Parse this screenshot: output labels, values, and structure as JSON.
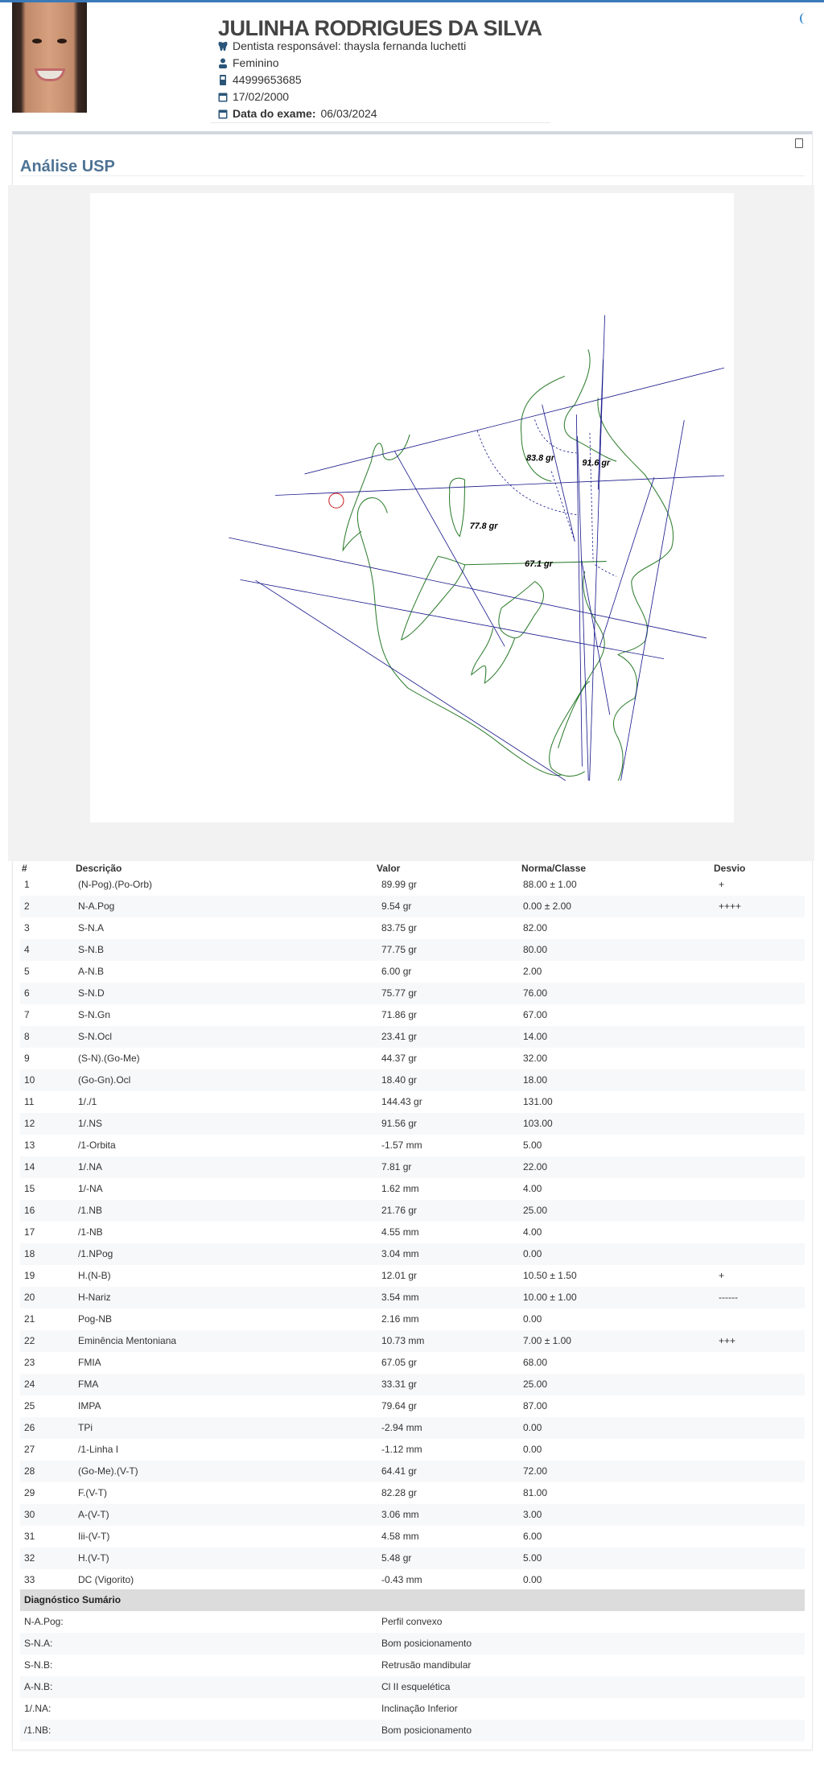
{
  "patient": {
    "name": "JULINHA RODRIGUES DA SILVA",
    "dentist": "Dentista responsável: thaysla fernanda luchetti",
    "gender": "Feminino",
    "phone": "44999653685",
    "birthdate": "17/02/2000",
    "exam_label": "Data do exame:",
    "exam_date": "06/03/2024"
  },
  "analysis": {
    "title": "Análise USP",
    "tracing_labels": [
      "83.8 gr",
      "91.6 gr",
      "77.8 gr",
      "67.1 gr"
    ]
  },
  "table": {
    "headers": [
      "#",
      "Descrição",
      "Valor",
      "Norma/Classe",
      "Desvio"
    ],
    "rows": [
      [
        "1",
        "(N-Pog).(Po-Orb)",
        "89.99 gr",
        "88.00 ± 1.00",
        "+"
      ],
      [
        "2",
        "N-A.Pog",
        "9.54 gr",
        "0.00 ± 2.00",
        "++++"
      ],
      [
        "3",
        "S-N.A",
        "83.75 gr",
        "82.00",
        ""
      ],
      [
        "4",
        "S-N.B",
        "77.75 gr",
        "80.00",
        ""
      ],
      [
        "5",
        "A-N.B",
        "6.00 gr",
        "2.00",
        ""
      ],
      [
        "6",
        "S-N.D",
        "75.77 gr",
        "76.00",
        ""
      ],
      [
        "7",
        "S-N.Gn",
        "71.86 gr",
        "67.00",
        ""
      ],
      [
        "8",
        "S-N.Ocl",
        "23.41 gr",
        "14.00",
        ""
      ],
      [
        "9",
        "(S-N).(Go-Me)",
        "44.37 gr",
        "32.00",
        ""
      ],
      [
        "10",
        "(Go-Gn).Ocl",
        "18.40 gr",
        "18.00",
        ""
      ],
      [
        "11",
        "1/./1",
        "144.43 gr",
        "131.00",
        ""
      ],
      [
        "12",
        "1/.NS",
        "91.56 gr",
        "103.00",
        ""
      ],
      [
        "13",
        "/1-Orbita",
        "-1.57 mm",
        "5.00",
        ""
      ],
      [
        "14",
        "1/.NA",
        "7.81 gr",
        "22.00",
        ""
      ],
      [
        "15",
        "1/-NA",
        "1.62 mm",
        "4.00",
        ""
      ],
      [
        "16",
        "/1.NB",
        "21.76 gr",
        "25.00",
        ""
      ],
      [
        "17",
        "/1-NB",
        "4.55 mm",
        "4.00",
        ""
      ],
      [
        "18",
        "/1.NPog",
        "3.04 mm",
        "0.00",
        ""
      ],
      [
        "19",
        "H.(N-B)",
        "12.01 gr",
        "10.50 ± 1.50",
        "+"
      ],
      [
        "20",
        "H-Nariz",
        "3.54 mm",
        "10.00 ± 1.00",
        "------"
      ],
      [
        "21",
        "Pog-NB",
        "2.16 mm",
        "0.00",
        ""
      ],
      [
        "22",
        "Eminência Mentoniana",
        "10.73 mm",
        "7.00 ± 1.00",
        "+++"
      ],
      [
        "23",
        "FMIA",
        "67.05 gr",
        "68.00",
        ""
      ],
      [
        "24",
        "FMA",
        "33.31 gr",
        "25.00",
        ""
      ],
      [
        "25",
        "IMPA",
        "79.64 gr",
        "87.00",
        ""
      ],
      [
        "26",
        "TPi",
        "-2.94 mm",
        "0.00",
        ""
      ],
      [
        "27",
        "/1-Linha I",
        "-1.12 mm",
        "0.00",
        ""
      ],
      [
        "28",
        "(Go-Me).(V-T)",
        "64.41 gr",
        "72.00",
        ""
      ],
      [
        "29",
        "F.(V-T)",
        "82.28 gr",
        "81.00",
        ""
      ],
      [
        "30",
        "A-(V-T)",
        "3.06 mm",
        "3.00",
        ""
      ],
      [
        "31",
        "Iii-(V-T)",
        "4.58 mm",
        "6.00",
        ""
      ],
      [
        "32",
        "H.(V-T)",
        "5.48 gr",
        "5.00",
        ""
      ],
      [
        "33",
        "DC (Vigorito)",
        "-0.43 mm",
        "0.00",
        ""
      ]
    ]
  },
  "diagnosis": {
    "title": "Diagnóstico Sumário",
    "rows": [
      [
        "N-A.Pog:",
        "Perfil convexo"
      ],
      [
        "S-N.A:",
        "Bom posicionamento"
      ],
      [
        "S-N.B:",
        "Retrusão mandibular"
      ],
      [
        "A-N.B:",
        "Cl II esquelética"
      ],
      [
        "1/.NA:",
        "Inclinação Inferior"
      ],
      [
        "/1.NB:",
        "Bom posicionamento"
      ]
    ]
  },
  "colors": {
    "accent": "#3a7ab8",
    "title": "#4e7394",
    "icon": "#2b5578",
    "tracing_lines": "#1a1a8c",
    "tracing_anatomy": "#2e7d2e"
  }
}
